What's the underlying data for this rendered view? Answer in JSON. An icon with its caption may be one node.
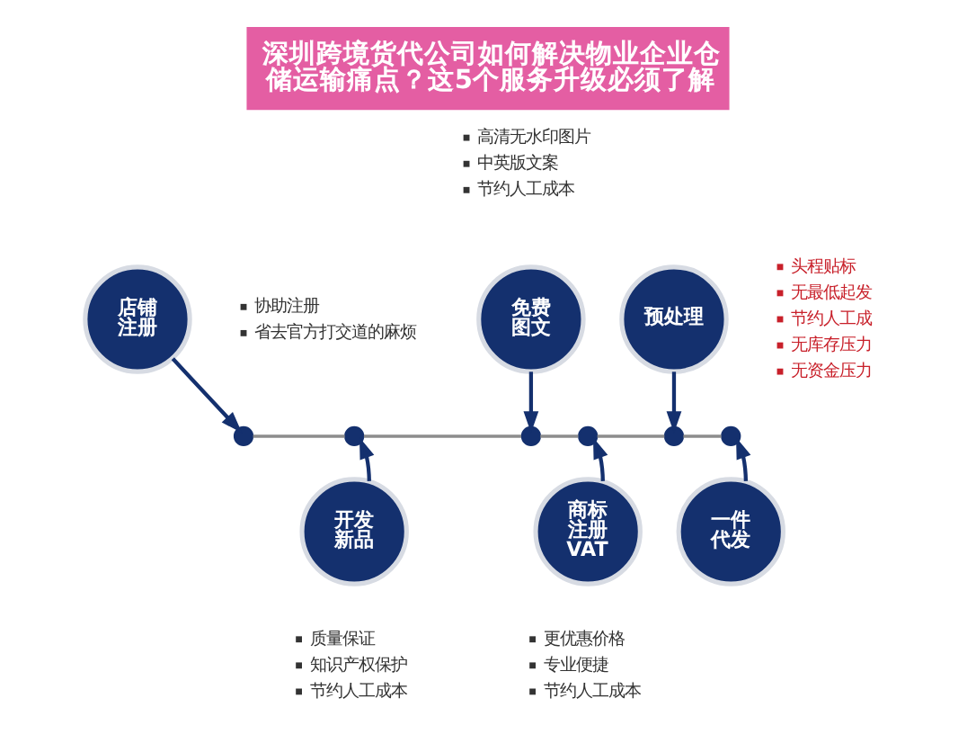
{
  "diagram": {
    "title": "深圳跨境货代公司如何解决物业企业仓储运输痛点？这5个服务升级必须了解",
    "nodes": [
      {
        "text": [
          "店铺注册"
        ],
        "beside": [
          "协助注册",
          "省去官方打交道的麻烦"
        ]
      },
      {
        "text": [
          "开发新品"
        ],
        "beside": [
          "质量保证",
          "知识产权保护",
          "节约人工成本"
        ]
      },
      {
        "text": [
          "免费图文"
        ],
        "beside": [
          "高清无水印图片",
          "中英版文案",
          "节约人工成本"
        ]
      },
      {
        "text": [
          "商标注册",
          "VAT"
        ],
        "beside": [
          "更优惠价格",
          "专业便捷",
          "节约人工成本"
        ]
      },
      {
        "text": [
          "预处理"
        ],
        "beside": [
          "头程贴标",
          "无最低起发",
          "节约人工成",
          "无库存压力",
          "无资金压力"
        ]
      },
      {
        "text": [
          "一件代发"
        ]
      },
      {
        "text": [],
        "shape": "circle"
      },
      {
        "text": [],
        "shape": "circle"
      },
      {
        "text": [],
        "shape": "circle"
      },
      {
        "text": [],
        "shape": "circle"
      },
      {
        "text": [],
        "shape": "circle"
      },
      {
        "text": [],
        "shape": "circle"
      }
    ],
    "edges": [
      {
        "from": 6,
        "to": 7,
        "arrow": "none",
        "color": "#8c8c8c"
      },
      {
        "from": 7,
        "to": 8,
        "arrow": "none",
        "color": "#8c8c8c"
      },
      {
        "from": 8,
        "to": 9,
        "arrow": "none",
        "color": "#8c8c8c"
      },
      {
        "from": 9,
        "to": 10,
        "arrow": "none",
        "color": "#8c8c8c"
      },
      {
        "from": 10,
        "to": 11,
        "arrow": "none",
        "color": "#8c8c8c"
      },
      {
        "from": 0,
        "to": 6,
        "arrow": "to"
      },
      {
        "from": 1,
        "to": 7,
        "arrow": "to"
      },
      {
        "from": 2,
        "to": 8,
        "arrow": "to"
      },
      {
        "from": 3,
        "to": 9,
        "arrow": "to"
      },
      {
        "from": 4,
        "to": 10,
        "arrow": "to"
      },
      {
        "from": 5,
        "to": 11,
        "arrow": "to"
      }
    ]
  }
}
